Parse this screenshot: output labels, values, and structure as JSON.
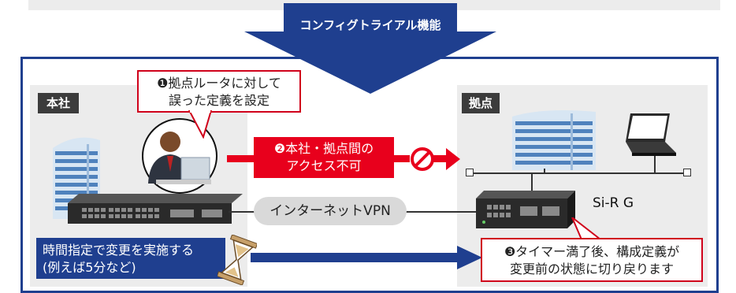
{
  "banner": {
    "title": "コンフィグトライアル機能"
  },
  "hq": {
    "tag": "本社"
  },
  "branch": {
    "tag": "拠点"
  },
  "callout1": {
    "line1": "❶拠点ルータに対して",
    "line2": "誤った定義を設定"
  },
  "callout2": {
    "line1": "❷本社・拠点間の",
    "line2": "アクセス不可"
  },
  "vpn": {
    "label": "インターネットVPN"
  },
  "device": {
    "label": "Si-R G"
  },
  "timer": {
    "line1": "時間指定で変更を実施する",
    "line2": "(例えば5分など)"
  },
  "callout3": {
    "line1": "❸タイマー満了後、構成定義が",
    "line2": "変更前の状態に切り戻ります"
  },
  "colors": {
    "navy": "#1f3f8f",
    "red": "#e8001c",
    "panel": "#ececec"
  }
}
